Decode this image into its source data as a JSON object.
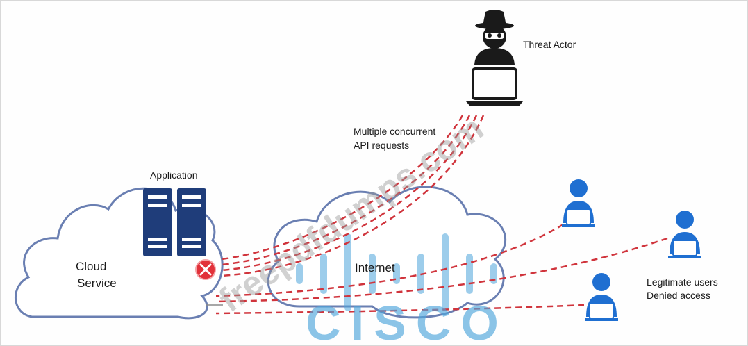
{
  "labels": {
    "threat_actor": "Threat Actor",
    "requests_line1": "Multiple concurrent",
    "requests_line2": "API requests",
    "application": "Application",
    "cloud_line1": "Cloud",
    "cloud_line2": "Service",
    "internet": "Internet",
    "users_line1": "Legitimate users",
    "users_line2": "Denied access"
  },
  "watermark": {
    "diagonal_text": "freepdfdumps.com",
    "logo_text": "CISCO"
  },
  "colors": {
    "cloud_outline": "#6a7fb2",
    "attack_line": "#d0343c",
    "server": "#1f3d7a",
    "user": "#1f6fd1",
    "block_icon": "#e2323a",
    "watermark_logo": "#4ea6dc"
  }
}
